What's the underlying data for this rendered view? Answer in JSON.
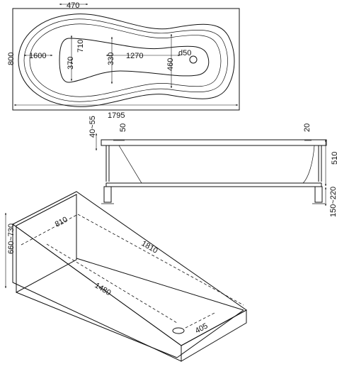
{
  "plan_view": {
    "width_label": "470",
    "total_width_label": "800",
    "inner_length_label": "1600",
    "inner_width_label": "710",
    "bottom_length_label": "1270",
    "drain_label": "d50",
    "narrow_width_label": "370",
    "mid_width_label": "330",
    "end_width_label": "460",
    "total_length_label": "1795"
  },
  "side_view": {
    "rim_label": "40~55",
    "left_offset_label": "50",
    "right_offset_label": "20",
    "height_label": "510",
    "leg_label": "150~220"
  },
  "iso_view": {
    "depth_label": "810",
    "length_label": "1810",
    "height_label": "660~730",
    "bottom_length_label": "1480",
    "drain_offset_label": "405"
  }
}
